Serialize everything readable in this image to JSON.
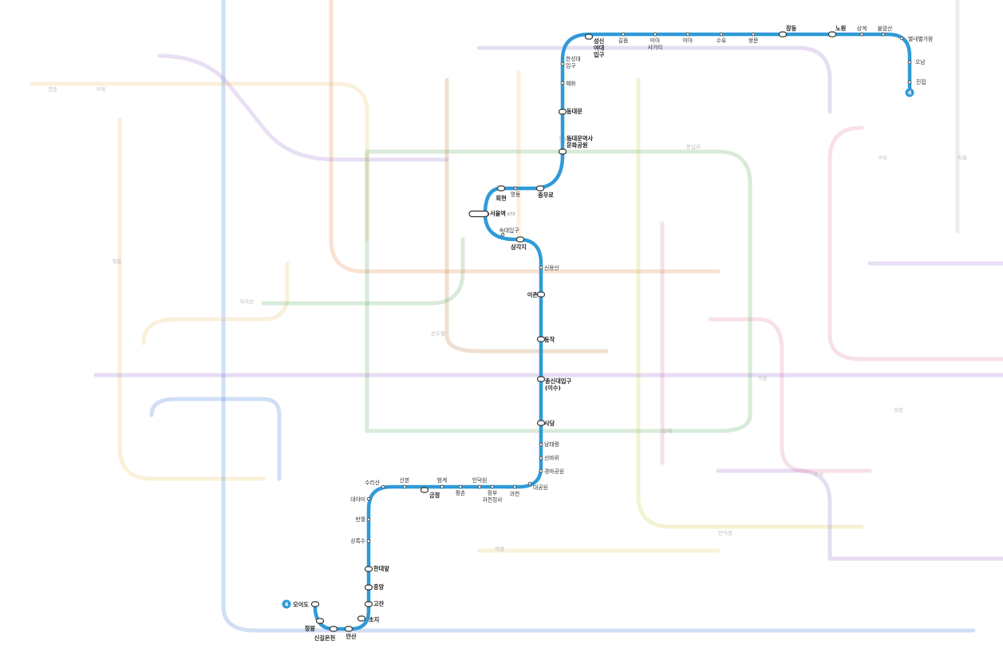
{
  "line": {
    "number": "4",
    "color": "#2f9ad7"
  },
  "end_badges": [
    {
      "id": "north",
      "text": "4"
    },
    {
      "id": "south",
      "text": "4"
    }
  ],
  "stations": [
    {
      "id": "jinjeop",
      "name": "진접"
    },
    {
      "id": "onam",
      "name": "오남"
    },
    {
      "id": "byeollae",
      "name": "별내별가람"
    },
    {
      "id": "buramsan",
      "name": "불암산"
    },
    {
      "id": "sanggye",
      "name": "상계"
    },
    {
      "id": "nowon",
      "name": "노원"
    },
    {
      "id": "changdong",
      "name": "창동"
    },
    {
      "id": "ssangmun",
      "name": "쌍문"
    },
    {
      "id": "suyu",
      "name": "수유"
    },
    {
      "id": "mia",
      "name": "미아"
    },
    {
      "id": "miasageori",
      "name": "미아\n사거리"
    },
    {
      "id": "gireum",
      "name": "길음"
    },
    {
      "id": "sungshin",
      "name": "성신\n여대\n입구"
    },
    {
      "id": "hansung",
      "name": "한성대\n입구"
    },
    {
      "id": "hyehwa",
      "name": "혜화"
    },
    {
      "id": "dongdaemun",
      "name": "동대문"
    },
    {
      "id": "ddp",
      "name": "동대문역사\n문화공원"
    },
    {
      "id": "chungmuro",
      "name": "충무로"
    },
    {
      "id": "myeongdong",
      "name": "명동"
    },
    {
      "id": "hoehyeon",
      "name": "회현"
    },
    {
      "id": "seoul",
      "name": "서울역"
    },
    {
      "id": "sookmyung",
      "name": "숙대입구"
    },
    {
      "id": "samgakji",
      "name": "삼각지"
    },
    {
      "id": "sinyongsan",
      "name": "신용산"
    },
    {
      "id": "ichon",
      "name": "이촌"
    },
    {
      "id": "dongjak",
      "name": "동작"
    },
    {
      "id": "chongshin",
      "name": "총신대입구\n(이수)"
    },
    {
      "id": "sadang",
      "name": "사당"
    },
    {
      "id": "namtaeryeong",
      "name": "남태령"
    },
    {
      "id": "seonbawi",
      "name": "선바위"
    },
    {
      "id": "racepark",
      "name": "경마공원"
    },
    {
      "id": "grandpark",
      "name": "대공원"
    },
    {
      "id": "gwacheon",
      "name": "과천"
    },
    {
      "id": "complex",
      "name": "정부\n과천청사"
    },
    {
      "id": "indeogwon",
      "name": "인덕원"
    },
    {
      "id": "pyeongchon",
      "name": "평촌"
    },
    {
      "id": "beomgye",
      "name": "범계"
    },
    {
      "id": "geumjeong",
      "name": "금정"
    },
    {
      "id": "sanbon",
      "name": "산본"
    },
    {
      "id": "surisan",
      "name": "수리산"
    },
    {
      "id": "daeyami",
      "name": "대야미"
    },
    {
      "id": "banwol",
      "name": "반월"
    },
    {
      "id": "sangroksu",
      "name": "상록수"
    },
    {
      "id": "handae",
      "name": "한대앞"
    },
    {
      "id": "jungang",
      "name": "중앙"
    },
    {
      "id": "gojan",
      "name": "고잔"
    },
    {
      "id": "choji",
      "name": "초지"
    },
    {
      "id": "ansan",
      "name": "안산"
    },
    {
      "id": "singil",
      "name": "신길온천"
    },
    {
      "id": "jeongwang",
      "name": "정왕"
    },
    {
      "id": "oido",
      "name": "오이도"
    }
  ],
  "ktx_mark": "KTX"
}
